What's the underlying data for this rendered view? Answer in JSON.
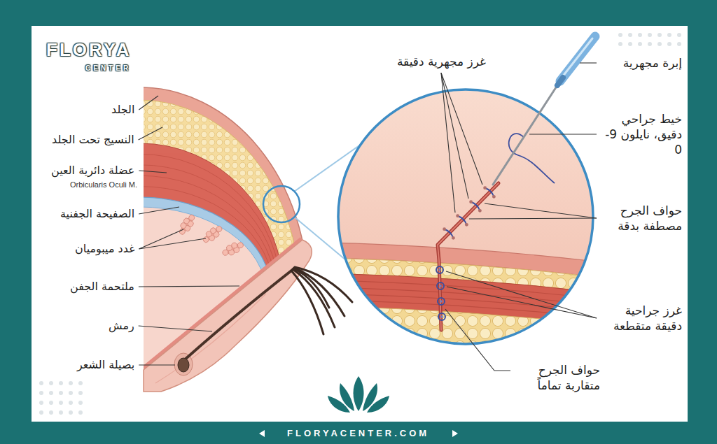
{
  "diagram": {
    "labels": [
      "FLORYA",
      "CENTER",
      "غرز مجهرية دقيقة",
      "إبرة مجهرية",
      "الجلد",
      "خيط جراحي دقيق، نايلون 9-0",
      "النسيج تحت الجلد",
      "عضلة دائرية العين",
      "Orbicularis Oculi M.",
      "الصفيحة الجفنية",
      "حواف الجرح مصطفة بدقة",
      "غدد ميبوميان",
      "ملتحمة الجفن",
      "غرز جراحية دقيقة متقطعة",
      "رمش",
      "بصيلة الشعر",
      "حواف الجرح متقاربة تماماً",
      "FLORYACENTER.COM"
    ]
  }
}
